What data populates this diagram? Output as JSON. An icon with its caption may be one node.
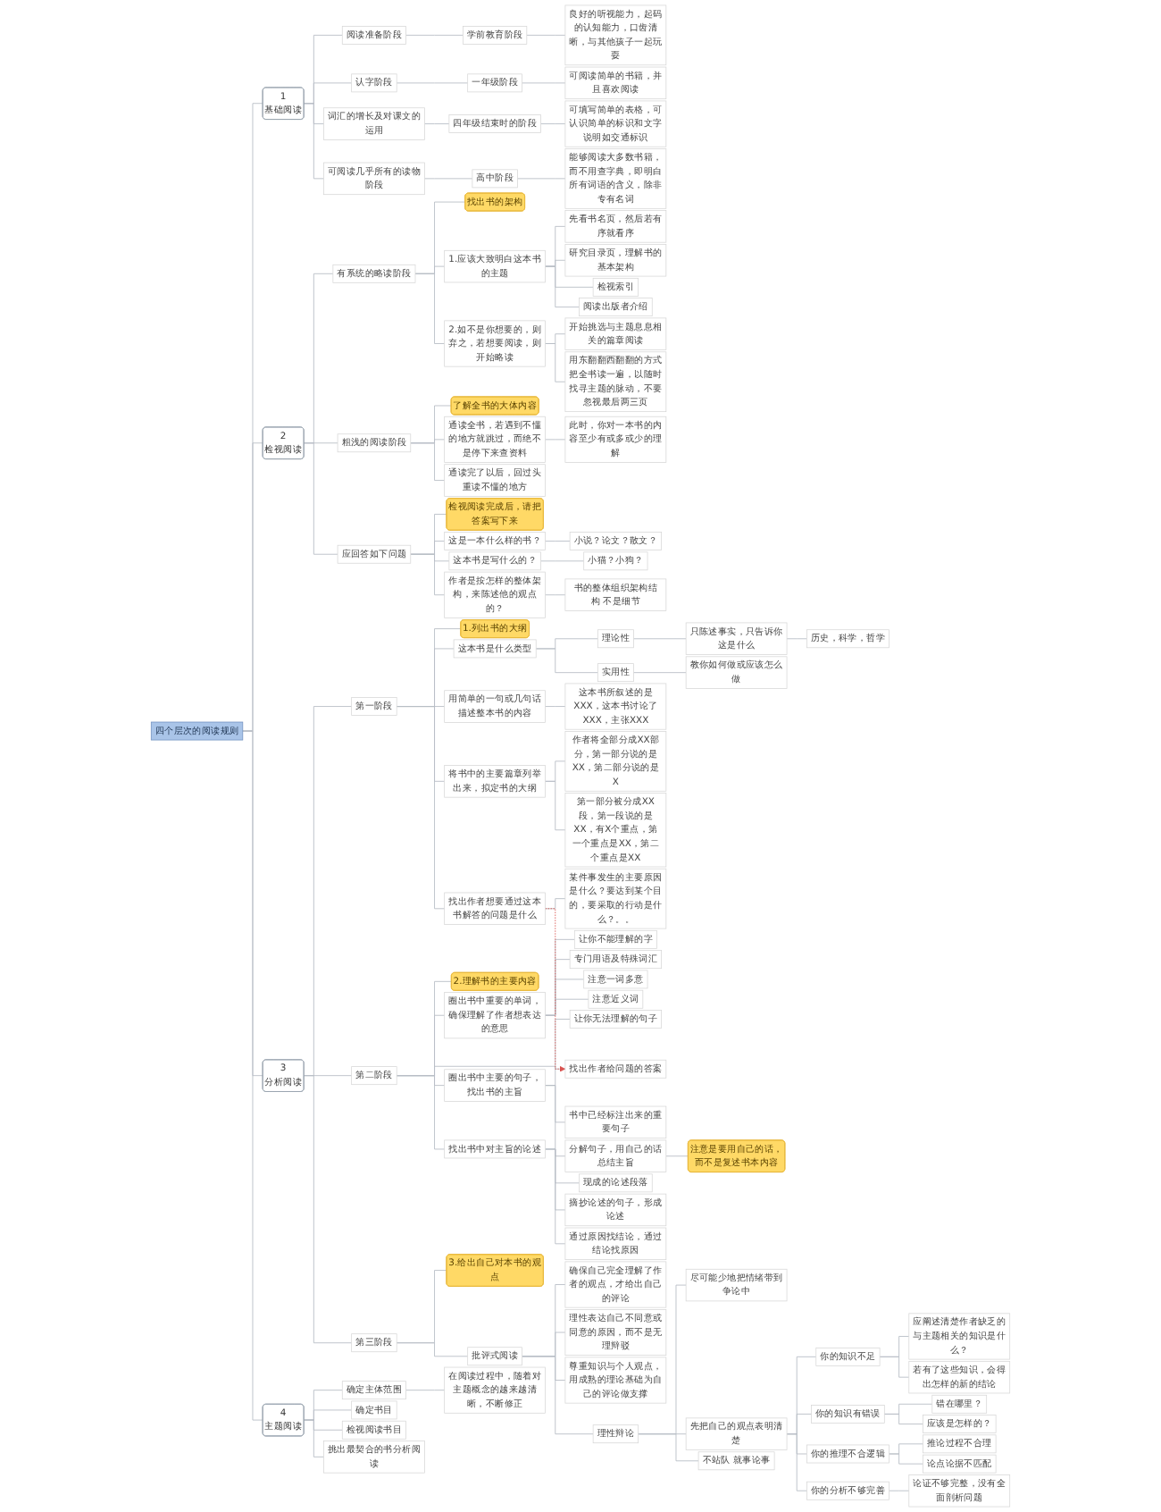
{
  "diagram": {
    "nodes": [
      {
        "text": [
          "四个层次的阅读规则"
        ]
      },
      {
        "text": [
          "1",
          "基础阅读"
        ]
      },
      {
        "text": [
          "阅读准备阶段"
        ]
      },
      {
        "text": [
          "学前教育阶段"
        ]
      },
      {
        "text": [
          "良好的听视能力，起码的认知能力，口齿清晰，与其他孩子一起玩耍"
        ]
      },
      {
        "text": [
          "认字阶段"
        ]
      },
      {
        "text": [
          "一年级阶段"
        ]
      },
      {
        "text": [
          "可阅读简单的书籍，并且喜欢阅读"
        ]
      },
      {
        "text": [
          "词汇的增长及对课文的运用"
        ]
      },
      {
        "text": [
          "四年级结束时的阶段"
        ]
      },
      {
        "text": [
          "可填写简单的表格，可认识简单的标识和文字说明如交通标识"
        ]
      },
      {
        "text": [
          "可阅读几乎所有的读物阶段"
        ]
      },
      {
        "text": [
          "高中阶段"
        ]
      },
      {
        "text": [
          "能够阅读大多数书籍，而不用查字典，即明白所有词语的含义，除非专有名词"
        ]
      },
      {
        "text": [
          "2",
          "检视阅读"
        ]
      },
      {
        "text": [
          "找出书的架构"
        ]
      },
      {
        "text": [
          "有系统的略读阶段"
        ]
      },
      {
        "text": [
          "1.应该大致明白这本书的主题"
        ]
      },
      {
        "text": [
          "先看书名页，然后若有序就看序"
        ]
      },
      {
        "text": [
          "研究目录页，理解书的基本架构"
        ]
      },
      {
        "text": [
          "检视索引"
        ]
      },
      {
        "text": [
          "阅读出版者介绍"
        ]
      },
      {
        "text": [
          "2.如不是你想要的，则弃之，若想要阅读，则开始略读"
        ]
      },
      {
        "text": [
          "开始挑选与主题息息相关的篇章阅读"
        ]
      },
      {
        "text": [
          "用东翻翻西翻翻的方式把全书读一遍，以随时找寻主题的脉动，不要忽视最后两三页"
        ]
      },
      {
        "text": [
          "了解全书的大体内容"
        ]
      },
      {
        "text": [
          "粗浅的阅读阶段"
        ]
      },
      {
        "text": [
          "通读全书，若遇到不懂的地方就跳过，而绝不是停下来查资料"
        ]
      },
      {
        "text": [
          "此时，你对一本书的内容至少有或多或少的理解"
        ]
      },
      {
        "text": [
          "通读完了以后，回过头重读不懂的地方"
        ]
      },
      {
        "text": [
          "检视阅读完成后，请把答案写下来"
        ]
      },
      {
        "text": [
          "应回答如下问题"
        ]
      },
      {
        "text": [
          "这是一本什么样的书？"
        ]
      },
      {
        "text": [
          "小说？论文？散文？"
        ]
      },
      {
        "text": [
          "这本书是写什么的？"
        ]
      },
      {
        "text": [
          "小猫？小狗？"
        ]
      },
      {
        "text": [
          "作者是按怎样的整体架构，来陈述他的观点的？"
        ]
      },
      {
        "text": [
          "书的整体组织架构结构 不是细节"
        ]
      },
      {
        "text": [
          "3",
          "分析阅读"
        ]
      },
      {
        "text": [
          "1.列出书的大纲"
        ]
      },
      {
        "text": [
          "第一阶段"
        ]
      },
      {
        "text": [
          "这本书是什么类型"
        ]
      },
      {
        "text": [
          "理论性"
        ]
      },
      {
        "text": [
          "只陈述事实，只告诉你这是什么"
        ]
      },
      {
        "text": [
          "历史，科学，哲学"
        ]
      },
      {
        "text": [
          "实用性"
        ]
      },
      {
        "text": [
          "教你如何做或应该怎么做"
        ]
      },
      {
        "text": [
          "用简单的一句或几句话描述整本书的内容"
        ]
      },
      {
        "text": [
          "这本书所叙述的是XXX，这本书讨论了XXX，主张XXX"
        ]
      },
      {
        "text": [
          "将书中的主要篇章列举出来，拟定书的大纲"
        ]
      },
      {
        "text": [
          "作者将全部分成XX部分，第一部分说的是XX，第二部分说的是X"
        ]
      },
      {
        "text": [
          "第一部分被分成XX段，第一段说的是XX，有X个重点，第一个重点是XX，第二个重点是XX"
        ]
      },
      {
        "text": [
          "找出作者想要通过这本书解答的问题是什么"
        ]
      },
      {
        "text": [
          "某件事发生的主要原因是什么？要达到某个目的，要采取的行动是什么？。。"
        ]
      },
      {
        "text": [
          "2.理解书的主要内容"
        ]
      },
      {
        "text": [
          "第二阶段"
        ]
      },
      {
        "text": [
          "圈出书中重要的单词，确保理解了作者想表达的意思"
        ]
      },
      {
        "text": [
          "让你不能理解的字"
        ]
      },
      {
        "text": [
          "专门用语及特殊词汇"
        ]
      },
      {
        "text": [
          "注意一词多意"
        ]
      },
      {
        "text": [
          "注意近义词"
        ]
      },
      {
        "text": [
          "圈出书中主要的句子，找出书的主旨"
        ]
      },
      {
        "text": [
          "让你无法理解的句子"
        ]
      },
      {
        "text": [
          "书中已经标注出来的重要句子"
        ]
      },
      {
        "text": [
          "注意是要用自己的话，而不是复述书本内容"
        ]
      },
      {
        "text": [
          "分解句子，用自己的话总结主旨"
        ]
      },
      {
        "text": [
          "找出书中对主旨的论述"
        ]
      },
      {
        "text": [
          "现成的论述段落"
        ]
      },
      {
        "text": [
          "摘抄论述的句子，形成论述"
        ]
      },
      {
        "text": [
          "通过原因找结论，通过结论找原因"
        ]
      },
      {
        "text": [
          "找出作者给问题的答案"
        ]
      },
      {
        "text": [
          "3.给出自己对本书的观点"
        ]
      },
      {
        "text": [
          "第三阶段"
        ]
      },
      {
        "text": [
          "批评式阅读"
        ]
      },
      {
        "text": [
          "确保自己完全理解了作者的观点，才给出自己的评论"
        ]
      },
      {
        "text": [
          "理性表达自己不同意或同意的原因，而不是无理辩驳"
        ]
      },
      {
        "text": [
          "尊重知识与个人观点，用成熟的理论基础为自己的评论做支撑"
        ]
      },
      {
        "text": [
          "理性辩论"
        ]
      },
      {
        "text": [
          "尽可能少地把情绪带到争论中"
        ]
      },
      {
        "text": [
          "先把自己的观点表明清楚"
        ]
      },
      {
        "text": [
          "你的知识不足"
        ]
      },
      {
        "text": [
          "应阐述清楚作者缺乏的与主题相关的知识是什么？"
        ]
      },
      {
        "text": [
          "若有了这些知识，会得出怎样的新的结论"
        ]
      },
      {
        "text": [
          "你的知识有错误"
        ]
      },
      {
        "text": [
          "错在哪里？"
        ]
      },
      {
        "text": [
          "应该是怎样的？"
        ]
      },
      {
        "text": [
          "你的推理不合逻辑"
        ]
      },
      {
        "text": [
          "推论过程不合理"
        ]
      },
      {
        "text": [
          "论点论据不匹配"
        ]
      },
      {
        "text": [
          "你的分析不够完善"
        ]
      },
      {
        "text": [
          "论证不够完整，没有全面剖析问题"
        ]
      },
      {
        "text": [
          "不站队 就事论事"
        ]
      },
      {
        "text": [
          "4",
          "主题阅读"
        ]
      },
      {
        "text": [
          "确定主体范围"
        ]
      },
      {
        "text": [
          "在阅读过程中，随着对主题概念的越来越清晰，不断修正"
        ]
      },
      {
        "text": [
          "确定书目"
        ]
      },
      {
        "text": [
          "检视阅读书目"
        ]
      },
      {
        "text": [
          "挑出最契合的书分析阅读"
        ]
      }
    ],
    "edges": [
      {
        "from": 0,
        "to": 1,
        "arrow": "none"
      },
      {
        "from": 1,
        "to": 2,
        "arrow": "none"
      },
      {
        "from": 2,
        "to": 3,
        "arrow": "none"
      },
      {
        "from": 3,
        "to": 4,
        "arrow": "none"
      },
      {
        "from": 1,
        "to": 5,
        "arrow": "none"
      },
      {
        "from": 5,
        "to": 6,
        "arrow": "none"
      },
      {
        "from": 6,
        "to": 7,
        "arrow": "none"
      },
      {
        "from": 1,
        "to": 8,
        "arrow": "none"
      },
      {
        "from": 8,
        "to": 9,
        "arrow": "none"
      },
      {
        "from": 9,
        "to": 10,
        "arrow": "none"
      },
      {
        "from": 1,
        "to": 11,
        "arrow": "none"
      },
      {
        "from": 11,
        "to": 12,
        "arrow": "none"
      },
      {
        "from": 12,
        "to": 13,
        "arrow": "none"
      },
      {
        "from": 0,
        "to": 14,
        "arrow": "none"
      },
      {
        "from": 14,
        "to": 16,
        "arrow": "none"
      },
      {
        "from": 16,
        "to": 15,
        "arrow": "none"
      },
      {
        "from": 16,
        "to": 17,
        "arrow": "none"
      },
      {
        "from": 17,
        "to": 18,
        "arrow": "none"
      },
      {
        "from": 17,
        "to": 19,
        "arrow": "none"
      },
      {
        "from": 17,
        "to": 20,
        "arrow": "none"
      },
      {
        "from": 17,
        "to": 21,
        "arrow": "none"
      },
      {
        "from": 16,
        "to": 22,
        "arrow": "none"
      },
      {
        "from": 22,
        "to": 23,
        "arrow": "none"
      },
      {
        "from": 22,
        "to": 24,
        "arrow": "none"
      },
      {
        "from": 14,
        "to": 26,
        "arrow": "none"
      },
      {
        "from": 26,
        "to": 25,
        "arrow": "none"
      },
      {
        "from": 26,
        "to": 27,
        "arrow": "none"
      },
      {
        "from": 27,
        "to": 28,
        "arrow": "none"
      },
      {
        "from": 26,
        "to": 29,
        "arrow": "none"
      },
      {
        "from": 14,
        "to": 31,
        "arrow": "none"
      },
      {
        "from": 31,
        "to": 30,
        "arrow": "none"
      },
      {
        "from": 31,
        "to": 32,
        "arrow": "none"
      },
      {
        "from": 32,
        "to": 33,
        "arrow": "none"
      },
      {
        "from": 31,
        "to": 34,
        "arrow": "none"
      },
      {
        "from": 34,
        "to": 35,
        "arrow": "none"
      },
      {
        "from": 31,
        "to": 36,
        "arrow": "none"
      },
      {
        "from": 36,
        "to": 37,
        "arrow": "none"
      },
      {
        "from": 0,
        "to": 38,
        "arrow": "none"
      },
      {
        "from": 38,
        "to": 40,
        "arrow": "none"
      },
      {
        "from": 40,
        "to": 39,
        "arrow": "none"
      },
      {
        "from": 40,
        "to": 41,
        "arrow": "none"
      },
      {
        "from": 41,
        "to": 42,
        "arrow": "none"
      },
      {
        "from": 42,
        "to": 43,
        "arrow": "none"
      },
      {
        "from": 43,
        "to": 44,
        "arrow": "none"
      },
      {
        "from": 41,
        "to": 45,
        "arrow": "none"
      },
      {
        "from": 45,
        "to": 46,
        "arrow": "none"
      },
      {
        "from": 40,
        "to": 47,
        "arrow": "none"
      },
      {
        "from": 47,
        "to": 48,
        "arrow": "none"
      },
      {
        "from": 40,
        "to": 49,
        "arrow": "none"
      },
      {
        "from": 49,
        "to": 50,
        "arrow": "none"
      },
      {
        "from": 49,
        "to": 51,
        "arrow": "none"
      },
      {
        "from": 40,
        "to": 52,
        "arrow": "none"
      },
      {
        "from": 52,
        "to": 53,
        "arrow": "none"
      },
      {
        "from": 38,
        "to": 55,
        "arrow": "none"
      },
      {
        "from": 55,
        "to": 54,
        "arrow": "none"
      },
      {
        "from": 55,
        "to": 56,
        "arrow": "none"
      },
      {
        "from": 56,
        "to": 57,
        "arrow": "none"
      },
      {
        "from": 56,
        "to": 58,
        "arrow": "none"
      },
      {
        "from": 56,
        "to": 59,
        "arrow": "none"
      },
      {
        "from": 56,
        "to": 60,
        "arrow": "none"
      },
      {
        "from": 55,
        "to": 61,
        "arrow": "none"
      },
      {
        "from": 61,
        "to": 62,
        "arrow": "none"
      },
      {
        "from": 61,
        "to": 63,
        "arrow": "none"
      },
      {
        "from": 61,
        "to": 65,
        "arrow": "none"
      },
      {
        "from": 65,
        "to": 64,
        "arrow": "none"
      },
      {
        "from": 55,
        "to": 66,
        "arrow": "none"
      },
      {
        "from": 66,
        "to": 67,
        "arrow": "none"
      },
      {
        "from": 66,
        "to": 68,
        "arrow": "none"
      },
      {
        "from": 66,
        "to": 69,
        "arrow": "none"
      },
      {
        "from": 55,
        "to": 70,
        "arrow": "none"
      },
      {
        "from": 52,
        "to": 70,
        "arrow": "to",
        "style": "dashed",
        "color": "#d9534f"
      },
      {
        "from": 38,
        "to": 72,
        "arrow": "none"
      },
      {
        "from": 72,
        "to": 71,
        "arrow": "none"
      },
      {
        "from": 72,
        "to": 73,
        "arrow": "none"
      },
      {
        "from": 73,
        "to": 74,
        "arrow": "none"
      },
      {
        "from": 73,
        "to": 75,
        "arrow": "none"
      },
      {
        "from": 73,
        "to": 76,
        "arrow": "none"
      },
      {
        "from": 73,
        "to": 77,
        "arrow": "none"
      },
      {
        "from": 77,
        "to": 78,
        "arrow": "none"
      },
      {
        "from": 77,
        "to": 79,
        "arrow": "none"
      },
      {
        "from": 79,
        "to": 80,
        "arrow": "none"
      },
      {
        "from": 80,
        "to": 81,
        "arrow": "none"
      },
      {
        "from": 80,
        "to": 82,
        "arrow": "none"
      },
      {
        "from": 79,
        "to": 83,
        "arrow": "none"
      },
      {
        "from": 83,
        "to": 84,
        "arrow": "none"
      },
      {
        "from": 83,
        "to": 85,
        "arrow": "none"
      },
      {
        "from": 79,
        "to": 86,
        "arrow": "none"
      },
      {
        "from": 86,
        "to": 87,
        "arrow": "none"
      },
      {
        "from": 86,
        "to": 88,
        "arrow": "none"
      },
      {
        "from": 79,
        "to": 89,
        "arrow": "none"
      },
      {
        "from": 89,
        "to": 90,
        "arrow": "none"
      },
      {
        "from": 77,
        "to": 91,
        "arrow": "none"
      },
      {
        "from": 0,
        "to": 92,
        "arrow": "none"
      },
      {
        "from": 92,
        "to": 93,
        "arrow": "none"
      },
      {
        "from": 93,
        "to": 94,
        "arrow": "none"
      },
      {
        "from": 92,
        "to": 95,
        "arrow": "none"
      },
      {
        "from": 92,
        "to": 96,
        "arrow": "none"
      },
      {
        "from": 92,
        "to": 97,
        "arrow": "none"
      }
    ]
  }
}
